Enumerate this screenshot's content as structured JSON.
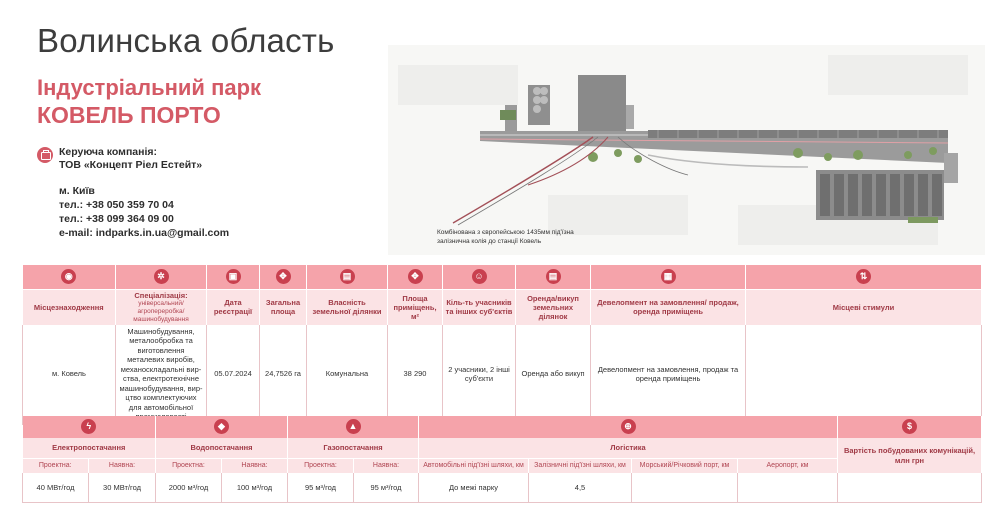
{
  "header": {
    "region": "Волинська область",
    "park_type": "Індустріальний парк",
    "park_name": "КОВЕЛЬ ПОРТО"
  },
  "company": {
    "label": "Керуюча компанія:",
    "name": "ТОВ «Концепт Ріел Естейт»",
    "city": "м. Київ",
    "phone1": "тел.: +38 050 359 70 04",
    "phone2": "тел.: +38 099 364 09 00",
    "email": "e-mail: indparks.in.ua@gmail.com"
  },
  "map": {
    "caption_line1": "Комбінована з європейською 1435мм під'їзна",
    "caption_line2": "залізнична колія до станції Ковель"
  },
  "table1": {
    "headers": {
      "location": "Місцезнаходження",
      "specialization": "Спеціалізація:",
      "specialization_sub": "універсальний/агропереробка/ машинобудування",
      "reg_date": "Дата реєстрації",
      "area": "Загальна площа",
      "land_ownership": "Власність земельної ділянки",
      "premises_area": "Площа приміщень, м²",
      "participants": "Кіль-ть учасників та інших суб'єктів",
      "lease": "Оренда/викуп земельних ділянок",
      "development": "Девелопмент на замовлення/ продаж, оренда приміщень",
      "incentives": "Місцеві стимули"
    },
    "row": {
      "location": "м. Ковель",
      "specialization": "Машинобудування, металообробка та виготовлення металевих виробів, механоскладальні вир-ства, електротехнічне машинобудування, вир-цтво комплектуючих для автомобільної промисловості",
      "reg_date": "05.07.2024",
      "area": "24,7526 га",
      "land_ownership": "Комунальна",
      "premises_area": "38 290",
      "participants": "2 учасники, 2 інші суб'єкти",
      "lease": "Оренда або викуп",
      "development": "Девелопмент на замовлення, продаж та оренда приміщень",
      "incentives": ""
    }
  },
  "table2": {
    "electricity": "Електропостачання",
    "water": "Водопостачання",
    "gas": "Газопостачання",
    "logistics": "Логістика",
    "cost": "Вартість побудованих комунікацій, млн грн",
    "project_label": "Проектна:",
    "available_label": "Наявна:",
    "road": "Автомобільні під'їзні шляхи, км",
    "rail": "Залізничні під'їзні шляхи, км",
    "port": "Морський/Річковий порт, км",
    "airport": "Аеропорт, км",
    "values": {
      "el_project": "40 МВт/год",
      "el_available": "30 МВт/год",
      "water_project": "2000 м³/год",
      "water_available": "100 м³/год",
      "gas_project": "95 м³/год",
      "gas_available": "95 м³/год",
      "road": "До межі парку",
      "rail": "4,5",
      "port": "",
      "airport": "",
      "cost": ""
    }
  },
  "colors": {
    "accent": "#d45a66",
    "header_bg": "#fbe3e5",
    "icon_row_bg": "#f5a3aa",
    "icon_circle": "#c9404f"
  }
}
